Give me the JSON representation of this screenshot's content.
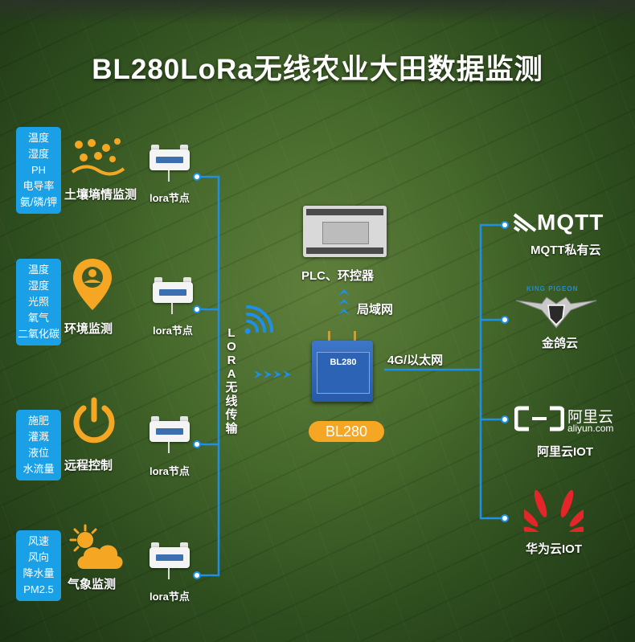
{
  "title": "BL280LoRa无线农业大田数据监测",
  "categories": [
    {
      "tags": [
        "温度",
        "湿度",
        "PH",
        "电导率",
        "氨/磷/钾"
      ],
      "label": "土壤墒情监测",
      "node_label": "lora节点",
      "icon": "soil-icon"
    },
    {
      "tags": [
        "温度",
        "湿度",
        "光照",
        "氧气",
        "二氧化碳"
      ],
      "label": "环境监测",
      "node_label": "lora节点",
      "icon": "location-pin-icon"
    },
    {
      "tags": [
        "施肥",
        "灌溉",
        "液位",
        "水流量"
      ],
      "label": "远程控制",
      "node_label": "lora节点",
      "icon": "power-icon"
    },
    {
      "tags": [
        "风速",
        "风向",
        "降水量",
        "PM2.5"
      ],
      "label": "气象监测",
      "node_label": "lora节点",
      "icon": "weather-icon"
    }
  ],
  "lora_transmission": "LORA无线传输",
  "plc_label": "PLC、环控器",
  "lan_label": "局域网",
  "gateway": {
    "name": "BL280",
    "panel_text": "BL280"
  },
  "network_label": "4G/以太网",
  "clouds": [
    {
      "label": "MQTT私有云",
      "logo_text": "MQTT"
    },
    {
      "label": "金鸽云",
      "logo_text": "KING PIGEON"
    },
    {
      "label": "阿里云IOT",
      "logo_text_cn": "阿里云",
      "logo_text_en": "aliyun.com"
    },
    {
      "label": "华为云IOT"
    }
  ],
  "colors": {
    "tag_bg": "#1aa0e6",
    "accent_orange": "#f5a623",
    "line_blue": "#1e90e8",
    "huawei_red": "#e4262b"
  }
}
